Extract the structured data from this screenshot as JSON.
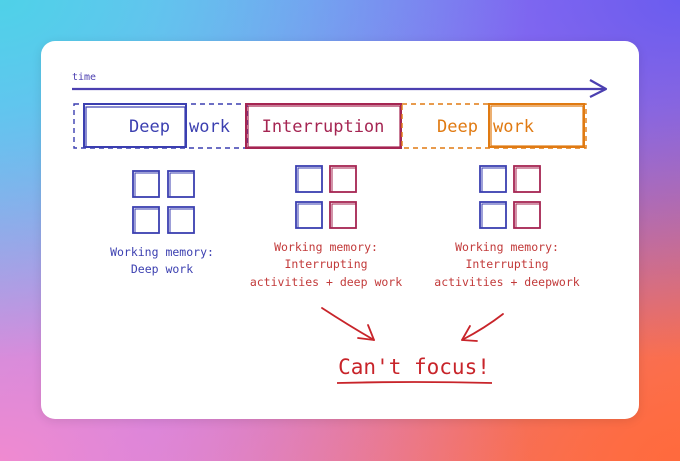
{
  "axis": {
    "label": "time"
  },
  "segments": [
    {
      "part1": "Deep",
      "part2": "work",
      "color": "#3b3fb0"
    },
    {
      "label": "Interruption",
      "color": "#a52552"
    },
    {
      "part1": "Deep",
      "part2": "work",
      "color": "#e07a12"
    }
  ],
  "memory": [
    {
      "line1": "Working memory:",
      "line2": "Deep work",
      "color": "#3b3fb0"
    },
    {
      "line1": "Working memory:",
      "line2": "Interrupting",
      "line3": "activities + deep work",
      "color": "#c23a3a"
    },
    {
      "line1": "Working memory:",
      "line2": "Interrupting",
      "line3": "activities + deepwork",
      "color": "#c23a3a"
    }
  ],
  "conclusion": {
    "text": "Can't focus!",
    "color": "#c8242a"
  },
  "colors": {
    "blue": "#3b3fb0",
    "purple": "#6a3fb8",
    "red": "#a52552",
    "orange": "#e07a12",
    "alert": "#c8242a"
  }
}
